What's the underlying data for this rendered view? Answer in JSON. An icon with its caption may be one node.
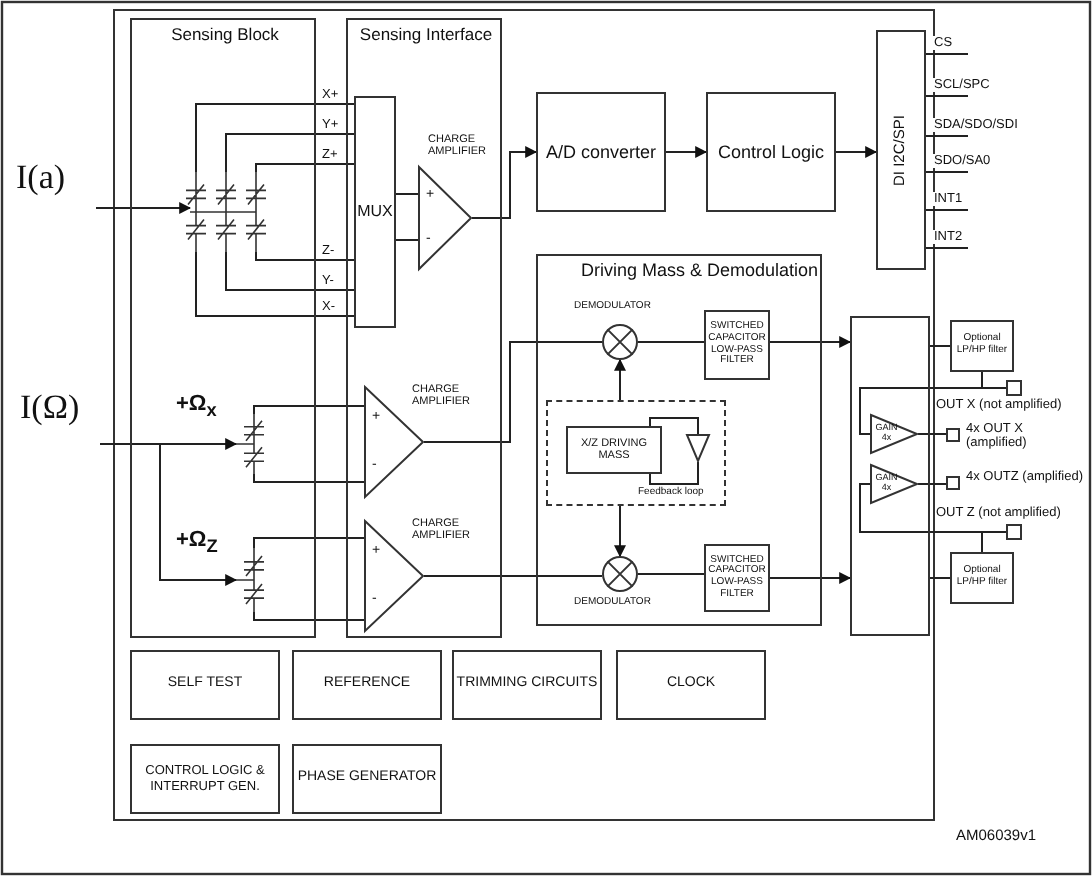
{
  "diagram": {
    "nodes": [
      {
        "text": [
          "Sensing Block"
        ]
      },
      {
        "text": [
          "Sensing Interface"
        ]
      },
      {
        "text": [
          "MUX"
        ],
        "in": 1
      },
      {
        "text": [
          "+",
          "-"
        ],
        "in": 1,
        "beside": [
          "CHARGE AMPLIFIER"
        ]
      },
      {
        "text": [
          "A/D converter"
        ]
      },
      {
        "text": [
          "Control Logic"
        ]
      },
      {
        "text": [
          "DI I2C/SPI"
        ]
      },
      {
        "text": [
          "Driving Mass & Demodulation"
        ]
      },
      {
        "text": [],
        "shape": "circle",
        "in": 7,
        "beside": [
          "DEMODULATOR"
        ]
      },
      {
        "text": [
          "SWITCHED CAPACITOR LOW-PASS FILTER"
        ],
        "in": 7
      },
      {
        "text": [],
        "shape": "box",
        "in": 7
      },
      {
        "text": [
          "X/Z DRIVING MASS"
        ],
        "in": 10
      },
      {
        "text": [],
        "shape": "triangle",
        "in": 10
      },
      {
        "text": [],
        "shape": "circle",
        "in": 7,
        "beside": [
          "DEMODULATOR"
        ]
      },
      {
        "text": [
          "SWITCHED CAPACITOR LOW-PASS FILTER"
        ],
        "in": 7
      },
      {
        "text": [
          "+",
          "-"
        ],
        "in": 1,
        "beside": [
          "CHARGE AMPLIFIER"
        ]
      },
      {
        "text": [
          "+",
          "-"
        ],
        "in": 1,
        "beside": [
          "CHARGE AMPLIFIER"
        ]
      },
      {
        "text": [],
        "shape": "box"
      },
      {
        "text": [
          "GAIN 4x"
        ],
        "in": 17
      },
      {
        "text": [
          "GAIN 4x"
        ],
        "in": 17
      },
      {
        "text": [
          "Optional LP/HP filter"
        ]
      },
      {
        "text": [
          "Optional LP/HP filter"
        ]
      },
      {
        "text": [],
        "shape": "box",
        "beside": [
          "OUT X (not amplified)"
        ]
      },
      {
        "text": [],
        "shape": "box",
        "beside": [
          "4x OUT X (amplified)"
        ]
      },
      {
        "text": [],
        "shape": "box",
        "beside": [
          "4x OUTZ (amplified)"
        ]
      },
      {
        "text": [],
        "shape": "box",
        "beside": [
          "OUT Z (not amplified)"
        ]
      },
      {
        "text": [
          "SELF TEST"
        ]
      },
      {
        "text": [
          "REFERENCE"
        ]
      },
      {
        "text": [
          "TRIMMING CIRCUITS"
        ]
      },
      {
        "text": [
          "CLOCK"
        ]
      },
      {
        "text": [
          "CONTROL LOGIC & INTERRUPT GEN."
        ]
      },
      {
        "text": [
          "PHASE GENERATOR"
        ]
      },
      {
        "text": [
          "I(a)"
        ]
      },
      {
        "text": [],
        "shape": "capacitor",
        "in": 0
      },
      {
        "text": [
          "I(Ω)"
        ]
      },
      {
        "text": [],
        "shape": "capacitor",
        "in": 0,
        "beside": [
          "+Ω$_{x}$"
        ]
      },
      {
        "text": [],
        "shape": "capacitor",
        "in": 0,
        "beside": [
          "+Ω$_{Z}$"
        ]
      }
    ],
    "edges": [
      {
        "from": 32,
        "to": 33,
        "arrow": "to"
      },
      {
        "from": 33,
        "to": 2,
        "arrow": "none",
        "label": "X+"
      },
      {
        "from": 33,
        "to": 2,
        "arrow": "none",
        "label": "Y+"
      },
      {
        "from": 33,
        "to": 2,
        "arrow": "none",
        "label": "Z+"
      },
      {
        "from": 33,
        "to": 2,
        "arrow": "none",
        "label": "Z-"
      },
      {
        "from": 33,
        "to": 2,
        "arrow": "none",
        "label": "Y-"
      },
      {
        "from": 33,
        "to": 2,
        "arrow": "none",
        "label": "X-"
      },
      {
        "from": 2,
        "to": 3,
        "arrow": "none"
      },
      {
        "from": 2,
        "to": 3,
        "arrow": "none"
      },
      {
        "from": 3,
        "to": 4,
        "arrow": "to"
      },
      {
        "from": 4,
        "to": 5,
        "arrow": "to"
      },
      {
        "from": 5,
        "to": 6,
        "arrow": "to"
      },
      {
        "from": 6,
        "to": null,
        "arrow": "none",
        "label": "CS"
      },
      {
        "from": 6,
        "to": null,
        "arrow": "none",
        "label": "SCL/SPC"
      },
      {
        "from": 6,
        "to": null,
        "arrow": "none",
        "label": "SDA/SDO/SDI"
      },
      {
        "from": 6,
        "to": null,
        "arrow": "none",
        "label": "SDO/SA0"
      },
      {
        "from": 6,
        "to": null,
        "arrow": "none",
        "label": "INT1"
      },
      {
        "from": 6,
        "to": null,
        "arrow": "none",
        "label": "INT2"
      },
      {
        "from": 34,
        "to": 35,
        "arrow": "to"
      },
      {
        "from": 34,
        "to": 36,
        "arrow": "to"
      },
      {
        "from": 35,
        "to": 15,
        "arrow": "none"
      },
      {
        "from": 35,
        "to": 15,
        "arrow": "none"
      },
      {
        "from": 36,
        "to": 16,
        "arrow": "none"
      },
      {
        "from": 36,
        "to": 16,
        "arrow": "none"
      },
      {
        "from": 15,
        "to": 8,
        "arrow": "none"
      },
      {
        "from": 16,
        "to": 13,
        "arrow": "none"
      },
      {
        "from": 10,
        "to": 8,
        "arrow": "to"
      },
      {
        "from": 10,
        "to": 13,
        "arrow": "to"
      },
      {
        "from": 11,
        "to": 12,
        "arrow": "none"
      },
      {
        "from": 12,
        "to": 11,
        "arrow": "none",
        "label": "Feedback loop"
      },
      {
        "from": 8,
        "to": 9,
        "arrow": "none"
      },
      {
        "from": 13,
        "to": 14,
        "arrow": "none"
      },
      {
        "from": 9,
        "to": 17,
        "arrow": "to"
      },
      {
        "from": 14,
        "to": 17,
        "arrow": "to"
      },
      {
        "from": 17,
        "to": 20,
        "arrow": "none"
      },
      {
        "from": 17,
        "to": 21,
        "arrow": "none"
      },
      {
        "from": 20,
        "to": 22,
        "arrow": "none"
      },
      {
        "from": 20,
        "to": 18,
        "arrow": "none"
      },
      {
        "from": 18,
        "to": 23,
        "arrow": "none"
      },
      {
        "from": 19,
        "to": 24,
        "arrow": "none"
      },
      {
        "from": 21,
        "to": 25,
        "arrow": "none"
      },
      {
        "from": 21,
        "to": 19,
        "arrow": "none"
      }
    ],
    "labels": [
      "AM06039v1"
    ]
  }
}
